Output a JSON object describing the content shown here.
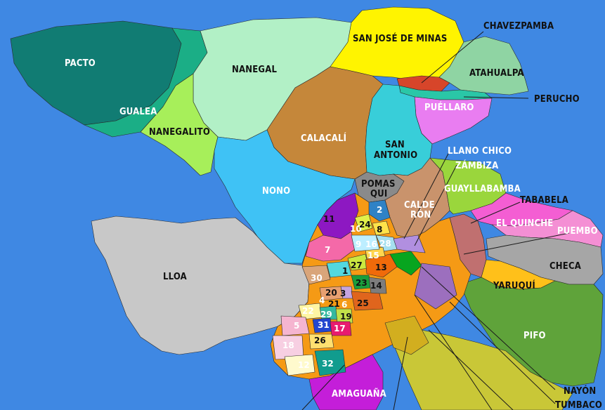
{
  "map": {
    "colors": {
      "background": "#3f88e3",
      "pacto": "#117c73",
      "gualea": "#1bae86",
      "nanegal": "#b2f0c6",
      "nanegalito": "#a7ef5a",
      "san_jose_de_minas": "#fff400",
      "chavezpamba": "#d7452a",
      "atahualpa": "#8fd4a3",
      "perucho": "#2ac7a7",
      "puellaro": "#e97df1",
      "calacali": "#c5873a",
      "san_antonio": "#38ced9",
      "nono": "#3fc2f5",
      "lloa": "#c8c8c8",
      "pomasqui": "#8a8a8a",
      "calderon": "#c9936c",
      "guayllabamba": "#9ad63c",
      "tababela": "#f45ed3",
      "el_quinche": "#f48fd4",
      "checa": "#a6a6a6",
      "yaruqui": "#ffc01a",
      "puembo": "#c07070",
      "pifo": "#5fa33a",
      "tumbaco": "#c9c737",
      "amaguana": "#c41ed9",
      "urban_core": "#f59a15"
    },
    "parish_labels": [
      {
        "key": "pacto",
        "text": "PACTO",
        "on_dark": true
      },
      {
        "key": "nanegal",
        "text": "NANEGAL",
        "on_dark": false
      },
      {
        "key": "gualea",
        "text": "GUALEA",
        "on_dark": true
      },
      {
        "key": "nanegalito",
        "text": "NANEGALITO",
        "on_dark": false
      },
      {
        "key": "san_jose_de_minas",
        "text": "SAN JOSÉ DE MINAS",
        "on_dark": false
      },
      {
        "key": "chavezpamba",
        "text": "CHAVEZPAMBA",
        "on_dark": false
      },
      {
        "key": "atahualpa",
        "text": "ATAHUALPA",
        "on_dark": false
      },
      {
        "key": "perucho",
        "text": "PERUCHO",
        "on_dark": false
      },
      {
        "key": "puellaro",
        "text": "PUÉLLARO",
        "on_dark": true
      },
      {
        "key": "calacali",
        "text": "CALACALÍ",
        "on_dark": true
      },
      {
        "key": "san_antonio",
        "text": "SAN",
        "on_dark": false
      },
      {
        "key": "san_antonio_2",
        "text": "ANTONIO",
        "on_dark": false
      },
      {
        "key": "llano_chico",
        "text": "LLANO CHICO",
        "on_dark": true
      },
      {
        "key": "zambiza",
        "text": "ZÁMBIZA",
        "on_dark": true
      },
      {
        "key": "nono",
        "text": "NONO",
        "on_dark": false
      },
      {
        "key": "pomasqui",
        "text": "POMAS",
        "on_dark": false
      },
      {
        "key": "pomasqui_2",
        "text": "QUI",
        "on_dark": false
      },
      {
        "key": "calderon",
        "text": "CALDE",
        "on_dark": false
      },
      {
        "key": "calderon_2",
        "text": "RÓN",
        "on_dark": false
      },
      {
        "key": "guayllabamba",
        "text": "GUAYLLABAMBA",
        "on_dark": true
      },
      {
        "key": "tababela",
        "text": "TABABELA",
        "on_dark": false
      },
      {
        "key": "el_quinche",
        "text": "EL QUINCHE",
        "on_dark": true
      },
      {
        "key": "puembo",
        "text": "PUEMBO",
        "on_dark": true
      },
      {
        "key": "lloa",
        "text": "LLOA",
        "on_dark": false
      },
      {
        "key": "checa",
        "text": "CHECA",
        "on_dark": false
      },
      {
        "key": "yaruqui",
        "text": "YARUQUÍ",
        "on_dark": false
      },
      {
        "key": "pifo",
        "text": "PIFO",
        "on_dark": true
      },
      {
        "key": "amaguana",
        "text": "AMAGUAÑA",
        "on_dark": true
      },
      {
        "key": "nayon",
        "text": "NAYÓN",
        "on_dark": false
      },
      {
        "key": "tumbaco",
        "text": "TUMBACO",
        "on_dark": false
      }
    ],
    "urban_numbers": [
      "1",
      "2",
      "3",
      "4",
      "5",
      "6",
      "7",
      "8",
      "9",
      "10",
      "11",
      "12",
      "13",
      "14",
      "15",
      "16",
      "17",
      "18",
      "19",
      "20",
      "21",
      "22",
      "23",
      "24",
      "25",
      "26",
      "27",
      "28",
      "29",
      "30",
      "31",
      "32"
    ]
  }
}
